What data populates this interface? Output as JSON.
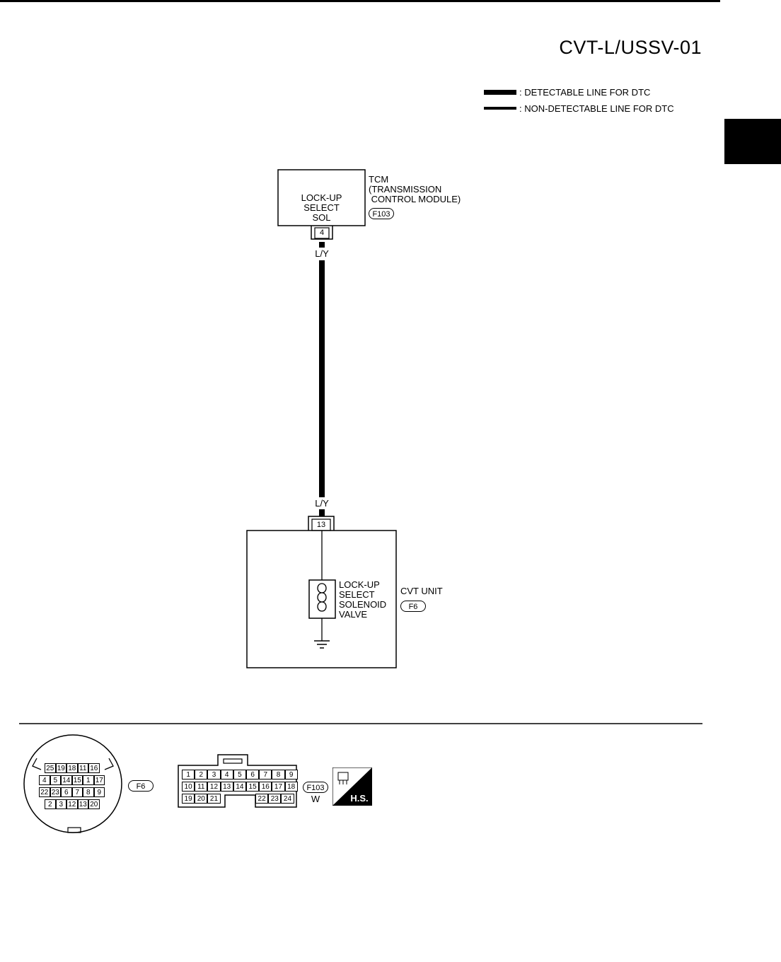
{
  "header": {
    "diagram_code": "CVT-L/USSV-01"
  },
  "legend": [
    {
      "label": ": DETECTABLE LINE FOR DTC"
    },
    {
      "label": ": NON-DETECTABLE LINE FOR DTC"
    }
  ],
  "tcm": {
    "title_lines": [
      "TCM",
      "(TRANSMISSION",
      " CONTROL MODULE)"
    ],
    "connector": "F103",
    "internal_label_lines": [
      "LOCK-UP",
      "SELECT",
      "SOL"
    ],
    "terminal": "4"
  },
  "wire": {
    "color_top": "L/Y",
    "color_bottom": "L/Y"
  },
  "cvt_unit": {
    "title": "CVT UNIT",
    "connector": "F6",
    "terminal": "13",
    "component_lines": [
      "LOCK-UP",
      "SELECT",
      "SOLENOID",
      "VALVE"
    ]
  },
  "connector_views": {
    "f6": {
      "id": "F6",
      "rows": [
        [
          "25",
          "19",
          "18",
          "11",
          "16"
        ],
        [
          "4",
          "5",
          "14",
          "15",
          "1",
          "17"
        ],
        [
          "22",
          "23",
          "6",
          "7",
          "8",
          "9"
        ],
        [
          "2",
          "3",
          "12",
          "13",
          "20"
        ]
      ]
    },
    "f103": {
      "id": "F103",
      "color_code": "W",
      "rows": [
        [
          "1",
          "2",
          "3",
          "4",
          "5",
          "6",
          "7",
          "8",
          "9"
        ],
        [
          "10",
          "11",
          "12",
          "13",
          "14",
          "15",
          "16",
          "17",
          "18"
        ],
        [
          "19",
          "20",
          "21",
          "22",
          "23",
          "24"
        ]
      ]
    },
    "hs_logo_text": "H.S."
  }
}
